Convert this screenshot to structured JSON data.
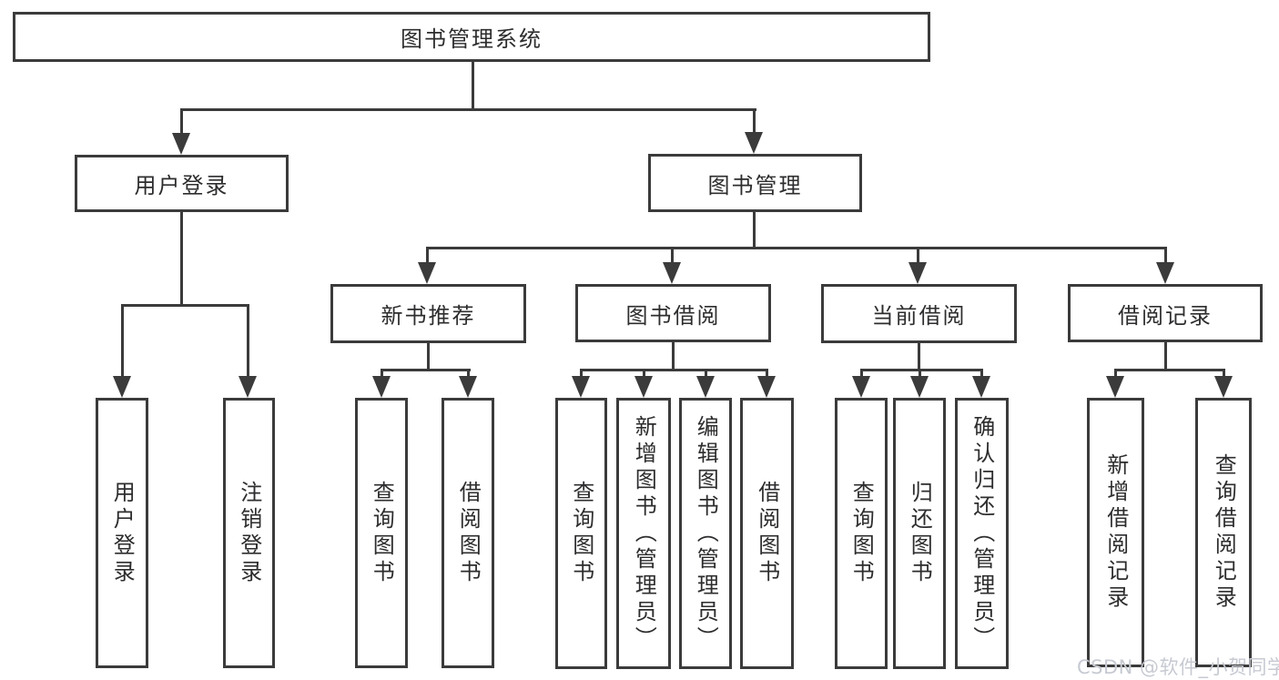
{
  "diagram": {
    "type": "functional-structure-tree",
    "colors": {
      "line": "#3b3b3b",
      "text": "#2d2d2f",
      "background": "#ffffff",
      "watermark_text": "#c7cad2"
    },
    "root": {
      "label": "图书管理系统"
    },
    "level1": [
      {
        "label": "用户登录"
      },
      {
        "label": "图书管理"
      }
    ],
    "level2": [
      {
        "label": "新书推荐",
        "parent": "图书管理"
      },
      {
        "label": "图书借阅",
        "parent": "图书管理"
      },
      {
        "label": "当前借阅",
        "parent": "图书管理"
      },
      {
        "label": "借阅记录",
        "parent": "图书管理"
      }
    ],
    "leaves": [
      {
        "label": "用户登录",
        "parent": "用户登录"
      },
      {
        "label": "注销登录",
        "parent": "用户登录"
      },
      {
        "label": "查询图书",
        "parent": "新书推荐"
      },
      {
        "label": "借阅图书",
        "parent": "新书推荐"
      },
      {
        "label": "查询图书",
        "parent": "图书借阅"
      },
      {
        "label": "新增图书（管理员）",
        "parent": "图书借阅"
      },
      {
        "label": "编辑图书（管理员）",
        "parent": "图书借阅"
      },
      {
        "label": "借阅图书",
        "parent": "图书借阅"
      },
      {
        "label": "查询图书",
        "parent": "当前借阅"
      },
      {
        "label": "归还图书",
        "parent": "当前借阅"
      },
      {
        "label": "确认归还（管理员）",
        "parent": "当前借阅"
      },
      {
        "label": "新增借阅记录",
        "parent": "借阅记录"
      },
      {
        "label": "查询借阅记录",
        "parent": "借阅记录"
      }
    ]
  },
  "watermark": {
    "text": "CSDN @软件_小贺同学"
  }
}
